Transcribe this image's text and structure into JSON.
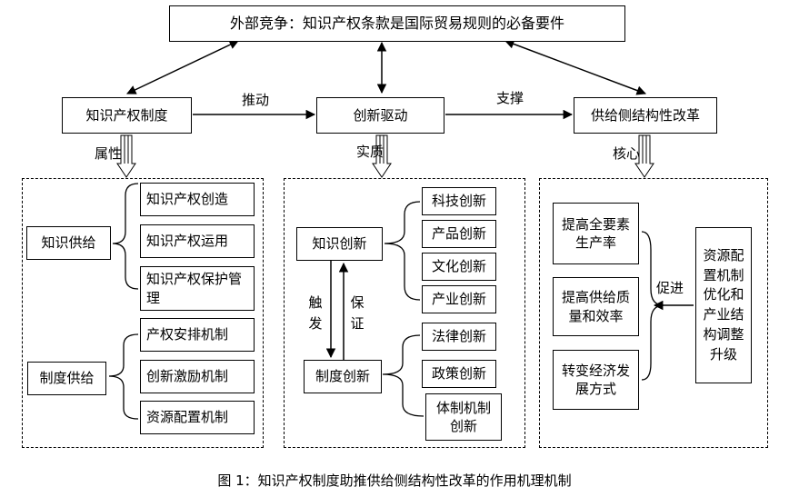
{
  "top": {
    "label": "外部竞争：知识产权条款是国际贸易规则的必备要件"
  },
  "row": {
    "ip_system": "知识产权制度",
    "innovation_drive": "创新驱动",
    "supply_reform": "供给侧结构性改革",
    "push_label": "推动",
    "support_label": "支撑"
  },
  "down_labels": {
    "attribute": "属性",
    "essence": "实质",
    "core": "核心"
  },
  "left_panel": {
    "knowledge_supply": "知识供给",
    "ip_items": [
      "知识产权创造",
      "知识产权运用",
      "知识产权保护管理"
    ],
    "institution_supply": "制度供给",
    "inst_items": [
      "产权安排机制",
      "创新激励机制",
      "资源配置机制"
    ]
  },
  "middle_panel": {
    "knowledge_innovation": "知识创新",
    "k_items": [
      "科技创新",
      "产品创新",
      "文化创新",
      "产业创新"
    ],
    "institution_innovation": "制度创新",
    "i_items": [
      "法律创新",
      "政策创新",
      "体制机制创新"
    ],
    "trigger": "触发",
    "guarantee": "保证"
  },
  "right_panel": {
    "goals": [
      "提高全要素生产率",
      "提高供给质量和效率",
      "转变经济发展方式"
    ],
    "promote_label": "促进",
    "resource_box": "资源配置机制优化和产业结构调整升级"
  },
  "caption": "图 1：知识产权制度助推供给侧结构性改革的作用机理机制"
}
